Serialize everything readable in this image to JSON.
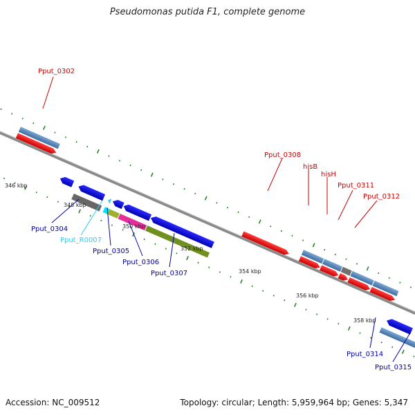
{
  "title": "Pseudomonas putida F1, complete genome",
  "accession": "Accession: NC_009512",
  "summary": "Topology: circular; Length: 5,959,964 bp; Genes: 5,347",
  "colors": {
    "backbone": "#8c8c8c",
    "forward_cds": "#ff0000",
    "reverse_cds": "#0000ee",
    "forward_gene": "#5b8bbd",
    "reverse_gene": "#5b8bbd",
    "pseudo": "#666666",
    "rna": "#00e5ff",
    "tick": "#1a7d1a",
    "label_forward": "#cc0000",
    "label_reverse": "#0000aa",
    "label_rna": "#33ccee"
  },
  "axis_labels": [
    "346 kbp",
    "348 kbp",
    "350 kbp",
    "352 kbp",
    "354 kbp",
    "356 kbp",
    "358 kbp"
  ],
  "gene_labels": [
    {
      "id": "lbl-0302",
      "text": "Pput_0302",
      "color": "forward"
    },
    {
      "id": "lbl-0304",
      "text": "Pput_0304",
      "color": "reverse"
    },
    {
      "id": "lbl-r0007",
      "text": "Pput_R0007",
      "color": "rna"
    },
    {
      "id": "lbl-0305",
      "text": "Pput_0305",
      "color": "reverse"
    },
    {
      "id": "lbl-0306",
      "text": "Pput_0306",
      "color": "reverse"
    },
    {
      "id": "lbl-0307",
      "text": "Pput_0307",
      "color": "reverse"
    },
    {
      "id": "lbl-0308",
      "text": "Pput_0308",
      "color": "forward"
    },
    {
      "id": "lbl-hisb",
      "text": "hisB",
      "color": "forward"
    },
    {
      "id": "lbl-hish",
      "text": "hisH",
      "color": "forward"
    },
    {
      "id": "lbl-0311",
      "text": "Pput_0311",
      "color": "forward"
    },
    {
      "id": "lbl-0312",
      "text": "Pput_0312",
      "color": "forward"
    },
    {
      "id": "lbl-0314",
      "text": "Pput_0314",
      "color": "reverse"
    },
    {
      "id": "lbl-0315",
      "text": "Pput_0315",
      "color": "reverse"
    }
  ]
}
